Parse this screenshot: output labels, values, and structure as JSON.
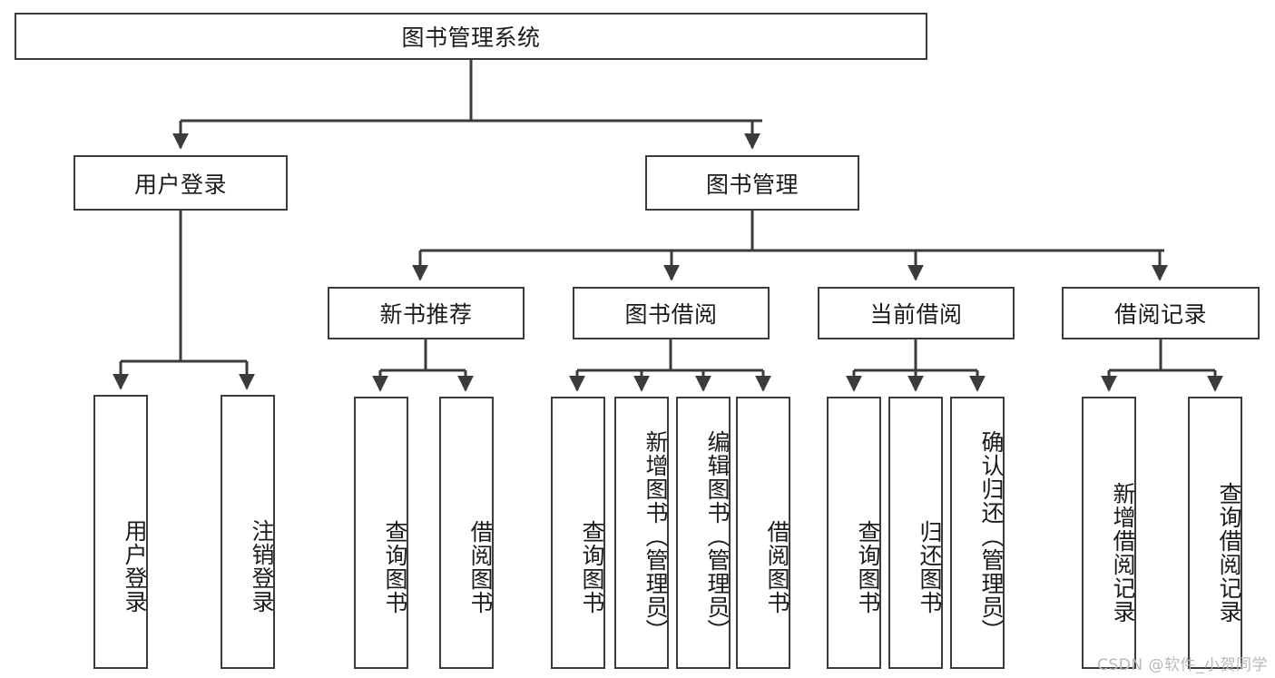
{
  "diagram": {
    "title": "图书管理系统",
    "type": "tree-hierarchy-chart",
    "watermark": "CSDN @软件_小贺同学",
    "colors": {
      "box_border": "#3b3b3b",
      "box_fill": "#ffffff",
      "connector": "#3b3b3b",
      "text": "#1b1b1b",
      "watermark": "#b9b9b9"
    },
    "root": {
      "label": "图书管理系统"
    },
    "level2": [
      {
        "id": "user-login",
        "label": "用户登录"
      },
      {
        "id": "book-manage",
        "label": "图书管理"
      }
    ],
    "level3": [
      {
        "id": "new-book-rec",
        "label": "新书推荐"
      },
      {
        "id": "book-borrow",
        "label": "图书借阅"
      },
      {
        "id": "current-borrow",
        "label": "当前借阅"
      },
      {
        "id": "borrow-record",
        "label": "借阅记录"
      }
    ],
    "leaves": {
      "user_login": [
        {
          "id": "leaf-user-login",
          "label": "用户登录"
        },
        {
          "id": "leaf-user-logout",
          "label": "注销登录"
        }
      ],
      "new_book_rec": [
        {
          "id": "leaf-query-book-1",
          "label": "查询图书"
        },
        {
          "id": "leaf-borrow-book-1",
          "label": "借阅图书"
        }
      ],
      "book_borrow": [
        {
          "id": "leaf-query-book-2",
          "label": "查询图书"
        },
        {
          "id": "leaf-add-book",
          "label": "新增图书（管理员）"
        },
        {
          "id": "leaf-edit-book",
          "label": "编辑图书（管理员）"
        },
        {
          "id": "leaf-borrow-book-2",
          "label": "借阅图书"
        }
      ],
      "current_borrow": [
        {
          "id": "leaf-query-book-3",
          "label": "查询图书"
        },
        {
          "id": "leaf-return-book",
          "label": "归还图书"
        },
        {
          "id": "leaf-confirm-return",
          "label": "确认归还（管理员）"
        }
      ],
      "borrow_record": [
        {
          "id": "leaf-add-record",
          "label": "新增借阅记录"
        },
        {
          "id": "leaf-query-record",
          "label": "查询借阅记录"
        }
      ]
    }
  }
}
